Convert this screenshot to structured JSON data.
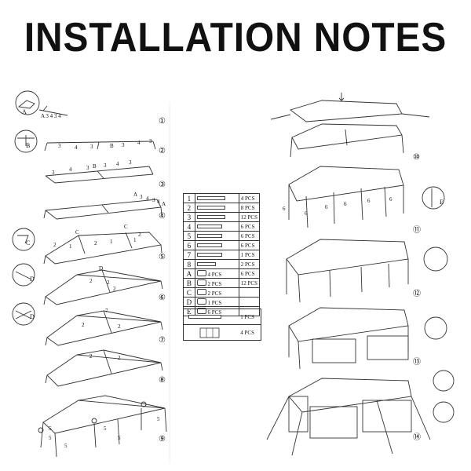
{
  "title": "INSTALLATION NOTES",
  "steps": [
    "①",
    "②",
    "③",
    "④",
    "⑤",
    "⑥",
    "⑦",
    "⑧",
    "⑨",
    "⑩",
    "⑪",
    "⑫",
    "⑬",
    "⑭"
  ],
  "letters": {
    "A": "A",
    "B": "B",
    "C": "C",
    "D": "D",
    "E": "E"
  },
  "labels": {
    "s1": "A 3 4 3 4",
    "s2_nums": [
      "3",
      "4",
      "3",
      "B",
      "3",
      "4",
      "3"
    ],
    "s3_nums": [
      "3",
      "4",
      "3",
      "B",
      "3",
      "4",
      "3"
    ],
    "s4_nums": [
      "A",
      "3",
      "4",
      "3",
      "4",
      "A"
    ],
    "s5_nums": [
      "C",
      "2",
      "1",
      "C",
      "2",
      "1",
      "2",
      "1"
    ],
    "s6_nums": [
      "D",
      "2",
      "2",
      "2"
    ],
    "s7_nums": [
      "7",
      "2",
      "2"
    ],
    "s8_nums": [
      "2",
      "2"
    ],
    "s9_nums": [
      "5",
      "5",
      "5",
      "5",
      "5",
      "5"
    ],
    "s11_nums": [
      "6",
      "6",
      "6",
      "6",
      "6",
      "6"
    ]
  },
  "parts_table": [
    {
      "num": "1",
      "qty": "4 PCS"
    },
    {
      "num": "2",
      "qty": "8 PCS"
    },
    {
      "num": "3",
      "qty": "12 PCS"
    },
    {
      "num": "4",
      "qty": "6 PCS"
    },
    {
      "num": "5",
      "qty": "6 PCS"
    },
    {
      "num": "6",
      "qty": "6 PCS"
    },
    {
      "num": "7",
      "qty": "1 PCS"
    },
    {
      "num": "8",
      "qty": "2 PCS"
    }
  ],
  "fittings": [
    {
      "letter": "A",
      "qty": "4 PCS",
      "extra_qty": "6 PCS"
    },
    {
      "letter": "B",
      "qty": "2 PCS",
      "extra_qty": "12 PCS"
    },
    {
      "letter": "C",
      "qty": "2 PCS",
      "extra_qty": ""
    },
    {
      "letter": "D",
      "qty": "1 PCS",
      "extra_qty": ""
    },
    {
      "letter": "E",
      "qty": "6 PCS",
      "extra_qty": ""
    }
  ],
  "extras": [
    {
      "qty": "1 PCS"
    },
    {
      "qty": "4 PCS"
    }
  ]
}
